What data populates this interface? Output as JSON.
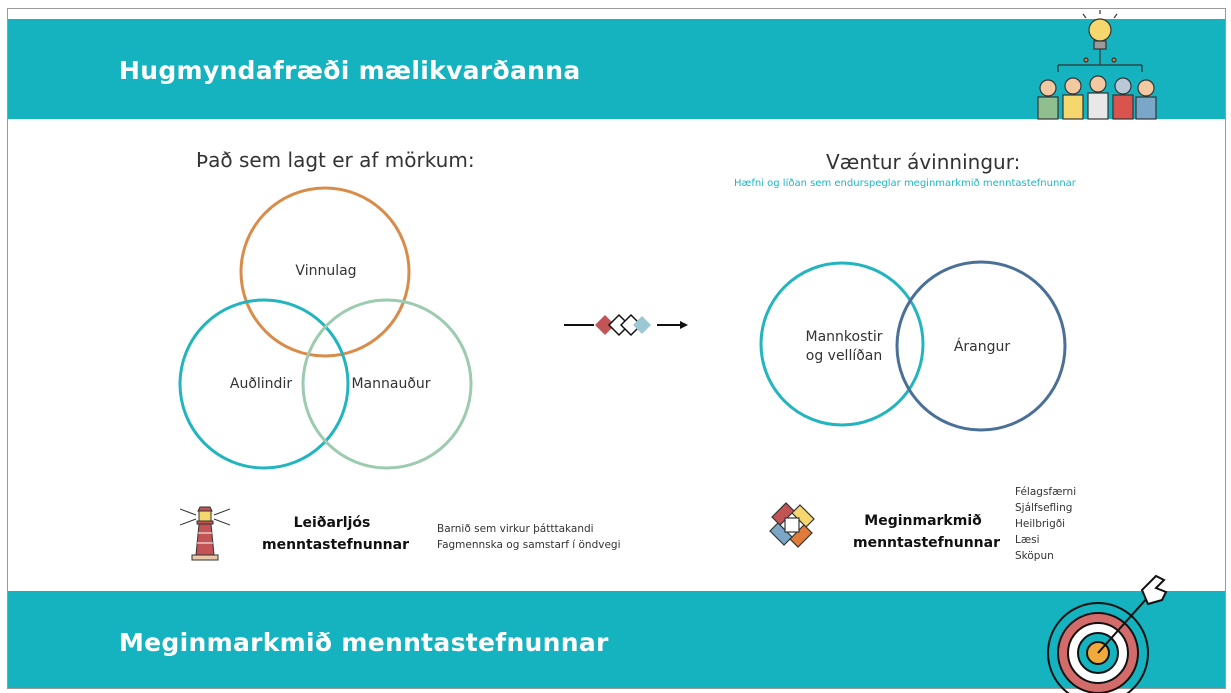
{
  "header": {
    "title": "Hugmyndafræði mælikvarðanna"
  },
  "left_panel": {
    "heading": "Það sem lagt er af mörkum:",
    "circles": {
      "top": "Vinnulag",
      "left": "Auðlindir",
      "right": "Mannauður"
    }
  },
  "right_panel": {
    "heading": "Væntur ávinningur:",
    "subheading": "Hæfni og líðan sem endurspeglar meginmarkmið menntastefnunnar",
    "circles": {
      "left_line1": "Mannkostir",
      "left_line2": "og vellíðan",
      "right": "Árangur"
    }
  },
  "guiding": {
    "title_line1": "Leiðarljós",
    "title_line2": "menntastefnunnar",
    "items": [
      "Barnið sem virkur þátttakandi",
      "Fagmennska og samstarf í öndvegi"
    ]
  },
  "goals": {
    "title_line1": "Meginmarkmið",
    "title_line2": "menntastefnunnar",
    "items": [
      "Félagsfærni",
      "Sjálfsefling",
      "Heilbrigði",
      "Læsi",
      "Sköpun"
    ]
  },
  "footer": {
    "title": "Meginmarkmið menntastefnunnar"
  },
  "colors": {
    "band": "#14b3bf",
    "circle_top": "#d98c4a",
    "circle_left": "#22b5bf",
    "circle_right": "#9ccbb0",
    "circle_result": "#4a7098"
  },
  "icons": [
    "lightbulb-team-icon",
    "diamond-arrow-icon",
    "lighthouse-icon",
    "joined-hands-icon",
    "target-arrow-icon"
  ]
}
